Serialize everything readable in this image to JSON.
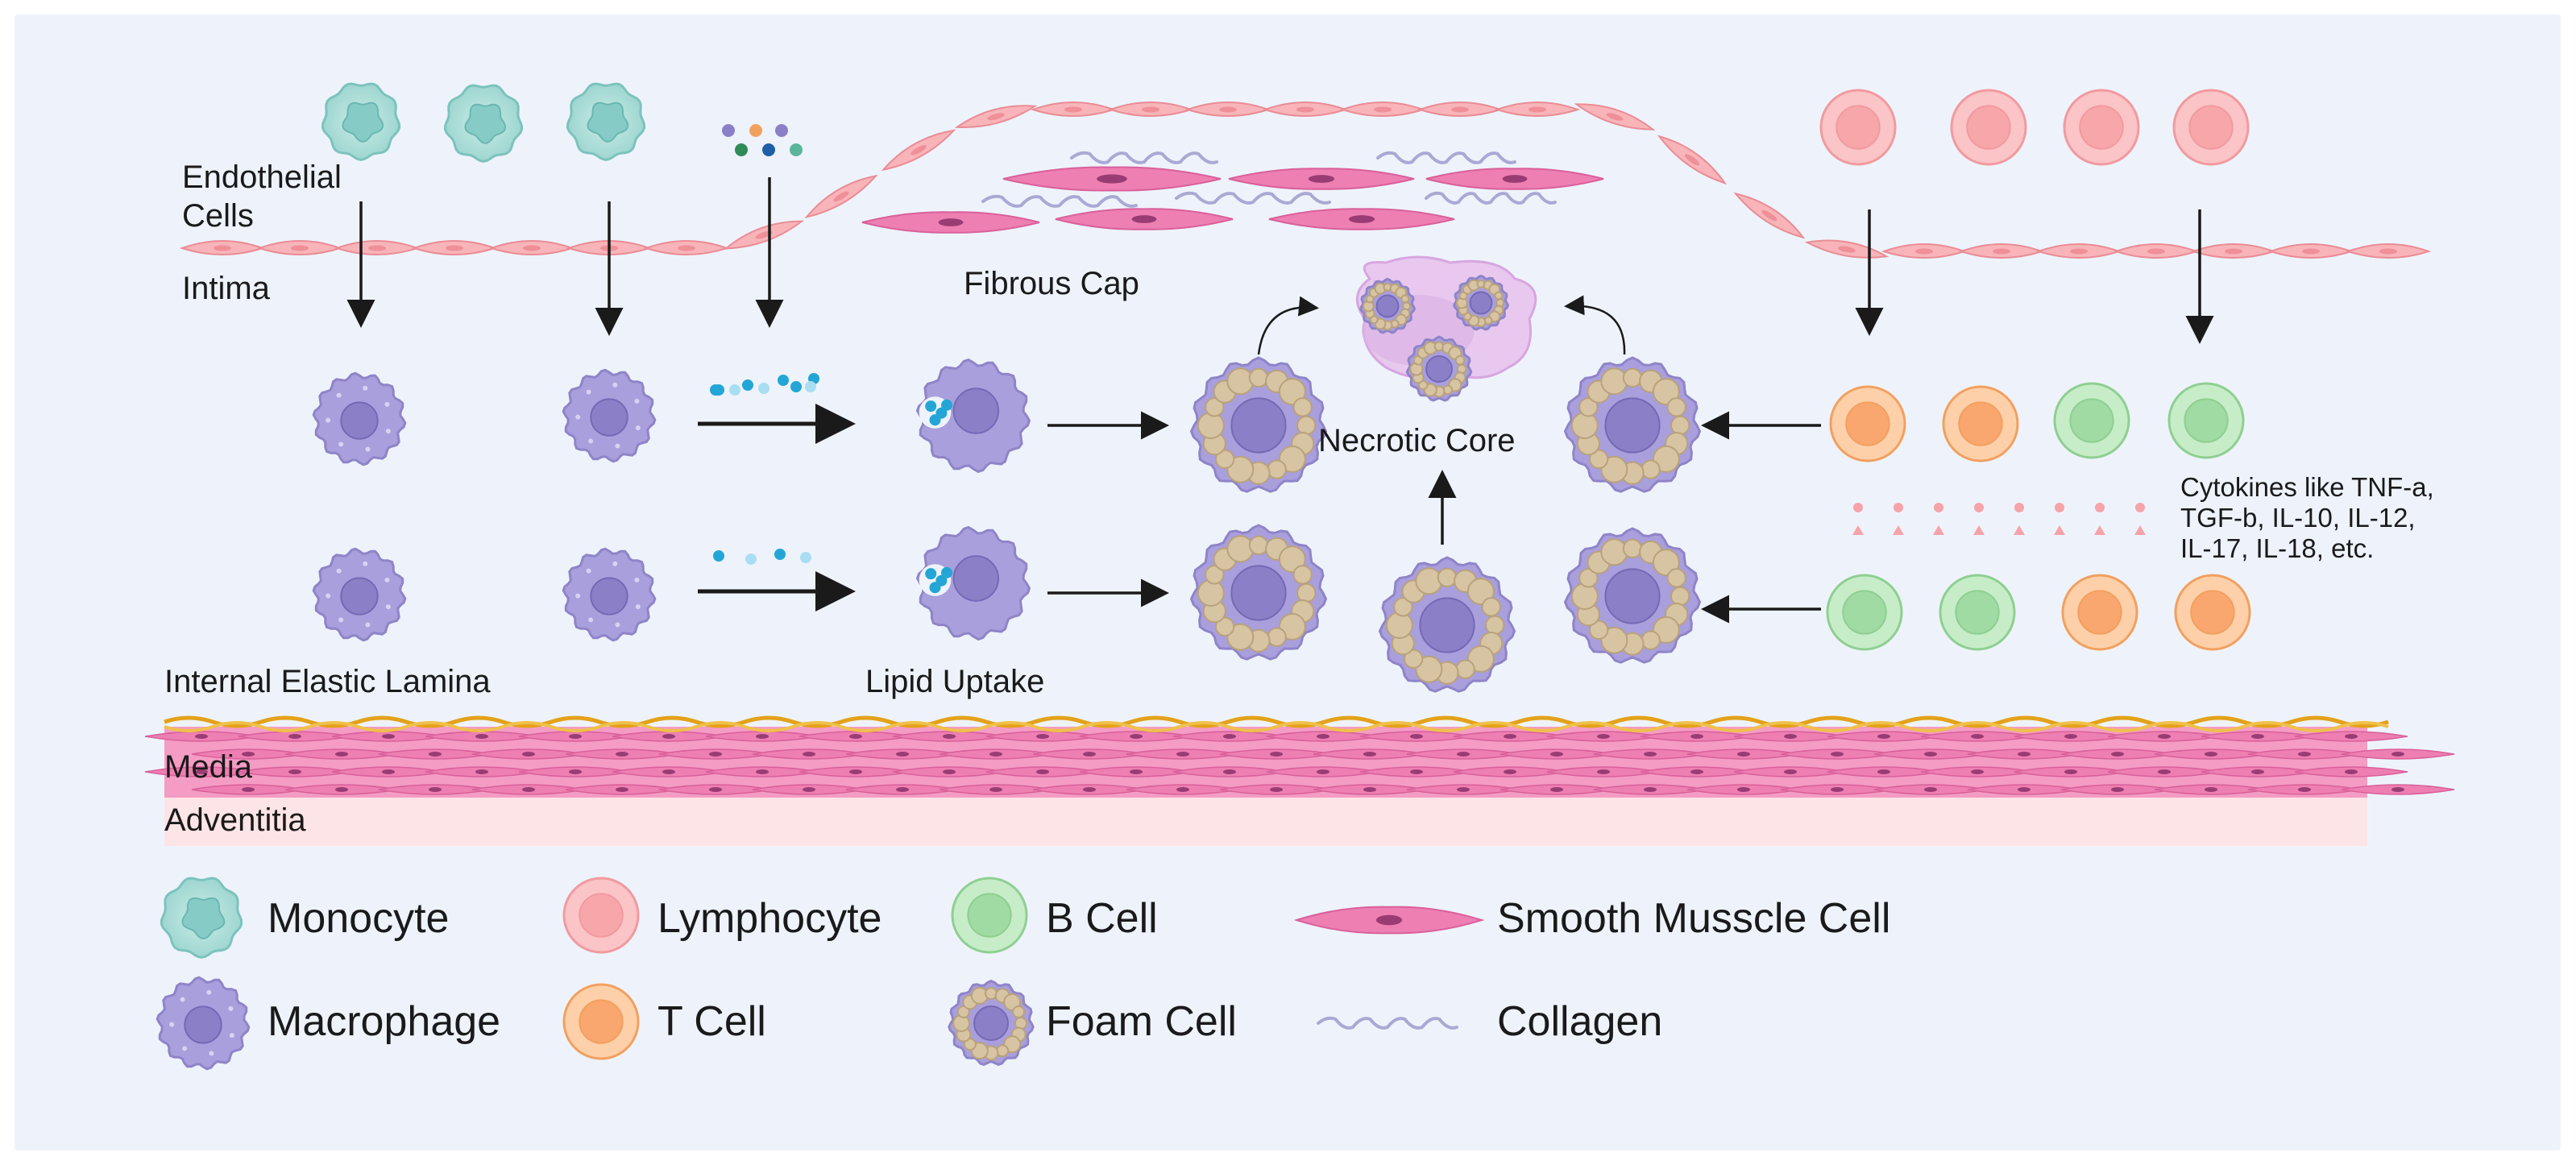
{
  "labels": {
    "endothelial": "Endothelial",
    "endothelial2": "Cells",
    "intima": "Intima",
    "fibrous_cap": "Fibrous Cap",
    "necrotic_core": "Necrotic Core",
    "internal_elastic_lamina": "Internal Elastic Lamina",
    "lipid_uptake": "Lipid Uptake",
    "media": "Media",
    "adventitia": "Adventitia",
    "cytokines": [
      "Cytokines like TNF-a,",
      "TGF-b, IL-10, IL-12,",
      "IL-17, IL-18, etc."
    ]
  },
  "legend": [
    {
      "icon": "monocyte-icon",
      "label": "Monocyte"
    },
    {
      "icon": "lymphocyte-icon",
      "label": "Lymphocyte"
    },
    {
      "icon": "b-cell-icon",
      "label": "B Cell"
    },
    {
      "icon": "smooth-muscle-cell-icon",
      "label": "Smooth Musscle Cell"
    },
    {
      "icon": "macrophage-icon",
      "label": "Macrophage"
    },
    {
      "icon": "t-cell-icon",
      "label": "T Cell"
    },
    {
      "icon": "foam-cell-icon",
      "label": "Foam Cell"
    },
    {
      "icon": "collagen-icon",
      "label": "Collagen"
    }
  ],
  "colors": {
    "monocyte": "#9fd6d0",
    "macrophage": "#a99fdc",
    "lymphocyte": "#f7a7aa",
    "t_cell": "#f9a76f",
    "b_cell": "#9fdba2",
    "smooth_muscle": "#ee7fb2",
    "collagen": "#a9a9d4",
    "lipid": "#d7c4a3",
    "elastic_lamina": "#e3a21a",
    "adventitia": "#fde4e6"
  }
}
